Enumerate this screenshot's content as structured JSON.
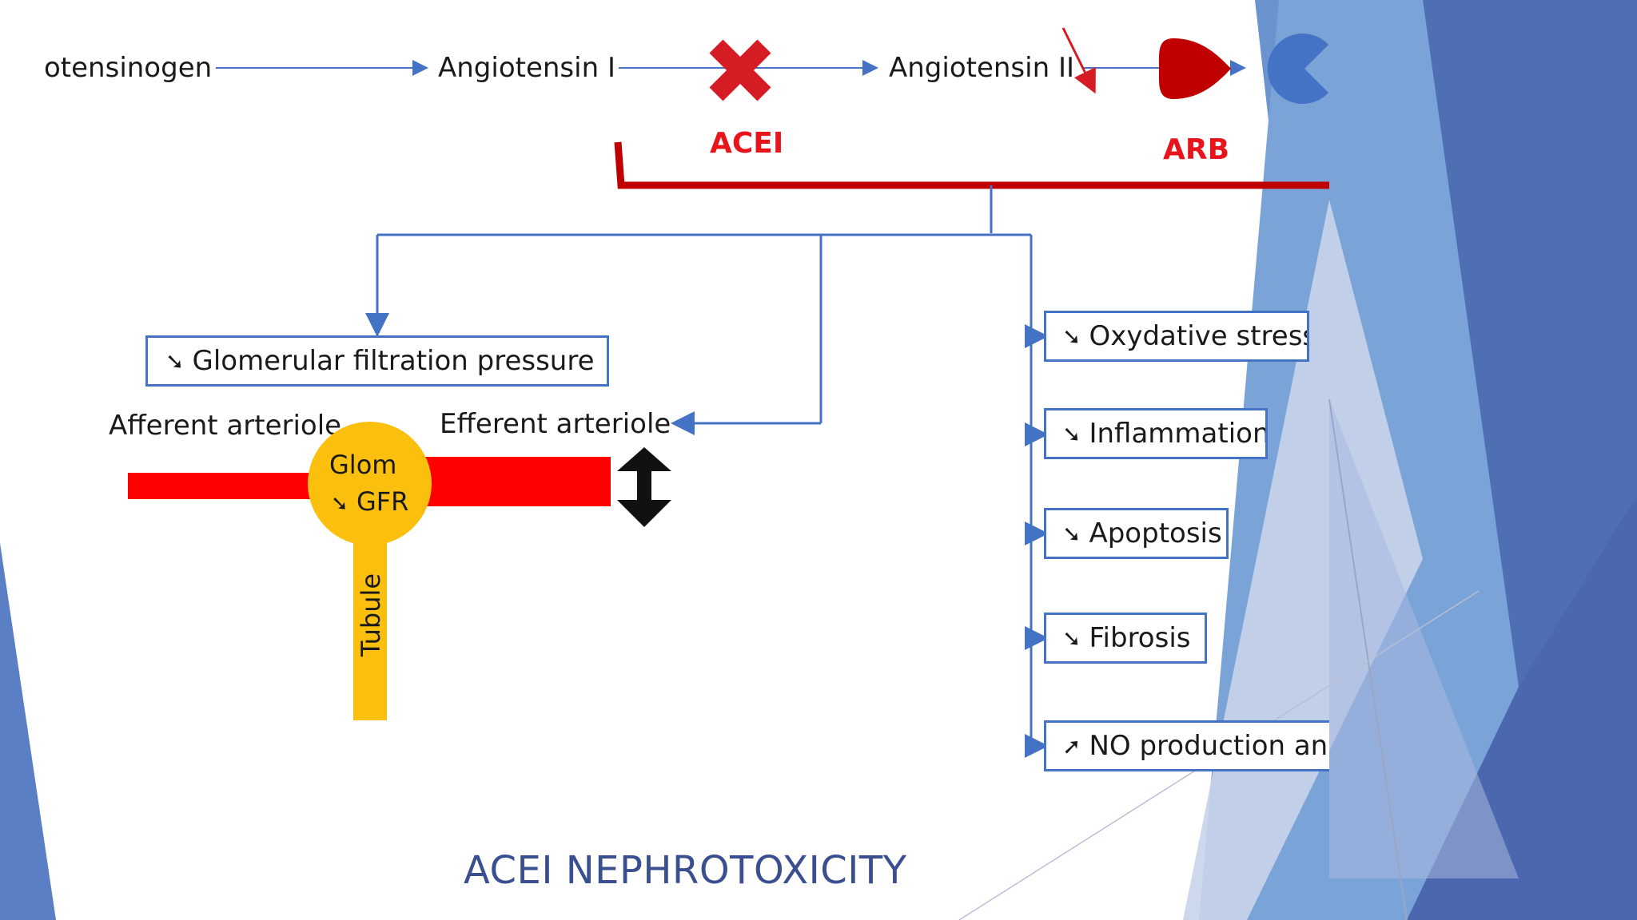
{
  "flow": {
    "angiotensinogen": "otensinogen",
    "angiotensin1": "Angiotensin I",
    "angiotensin2": "Angiotensin II",
    "acei": "ACEI",
    "arb": "ARB"
  },
  "glomerulus": {
    "gfp_box": "Glomerular filtration pressure",
    "afferent": "Afferent arteriole",
    "efferent": "Efferent arteriole",
    "glom": "Glom",
    "gfr": "GFR",
    "tubule": "Tubule"
  },
  "effects": [
    {
      "arrow": "➘",
      "label": "Oxydative stress"
    },
    {
      "arrow": "➘",
      "label": "Inflammation"
    },
    {
      "arrow": "➘",
      "label": "Apoptosis"
    },
    {
      "arrow": "➘",
      "label": "Fibrosis"
    },
    {
      "arrow": "➚",
      "label": "NO production and"
    }
  ],
  "title": "ACEI NEPHROTOXICITY",
  "colors": {
    "accent_red": "#e8141c",
    "line_blue": "#4472c4",
    "glom_yellow": "#fbbf0e",
    "title_blue": "#3a4f8f"
  }
}
